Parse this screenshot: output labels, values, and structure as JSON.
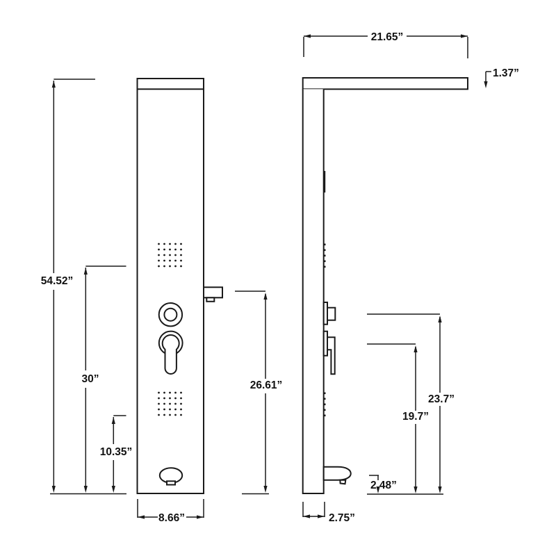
{
  "drawing": {
    "subject": "Shower panel technical dimension drawing, front and side views",
    "background": "#ffffff",
    "ink": "#1a1a1a"
  },
  "views": {
    "front": {
      "name": "front view",
      "features": [
        "shower head top band",
        "upper body jet grid 5x5",
        "diverter knob",
        "lever mixer handle",
        "spout outlet",
        "tub spout"
      ],
      "dims": {
        "overall_height": "54.52”",
        "handle_area_height": "30”",
        "lower_jets_height": "10.35”",
        "spout_outlet_height": "26.61”",
        "panel_width": "8.66”"
      }
    },
    "side": {
      "name": "side view",
      "features": [
        "shower head arm",
        "body jet nozzles",
        "diverter knob profile",
        "lever handle profile",
        "tub spout profile"
      ],
      "dims": {
        "head_depth": "21.65”",
        "head_thickness": "1.37”",
        "knob_height": "23.7”",
        "lever_height": "19.7”",
        "tub_spout_height": "2.48”",
        "panel_depth": "2.75”"
      }
    }
  }
}
